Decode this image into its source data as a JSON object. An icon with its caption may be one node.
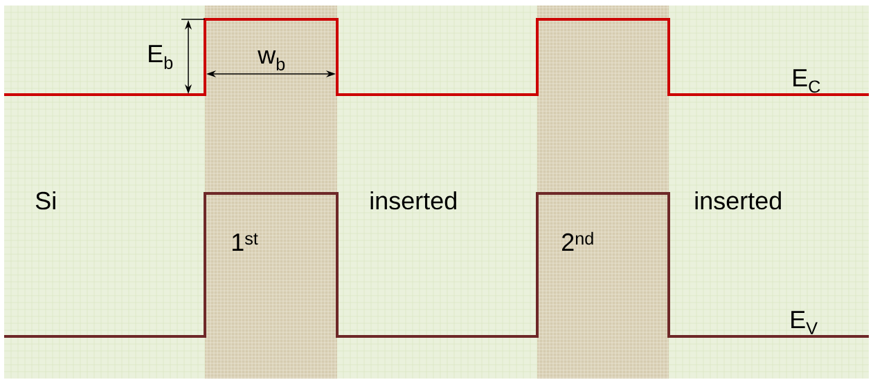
{
  "diagram": {
    "labels": [
      "E$_{b}$",
      "w$_{b}$",
      "E$_{C}$",
      "Si",
      "inserted",
      "1$^{st}$",
      "inserted",
      "2$^{nd}$",
      "E$_{V}$"
    ]
  }
}
